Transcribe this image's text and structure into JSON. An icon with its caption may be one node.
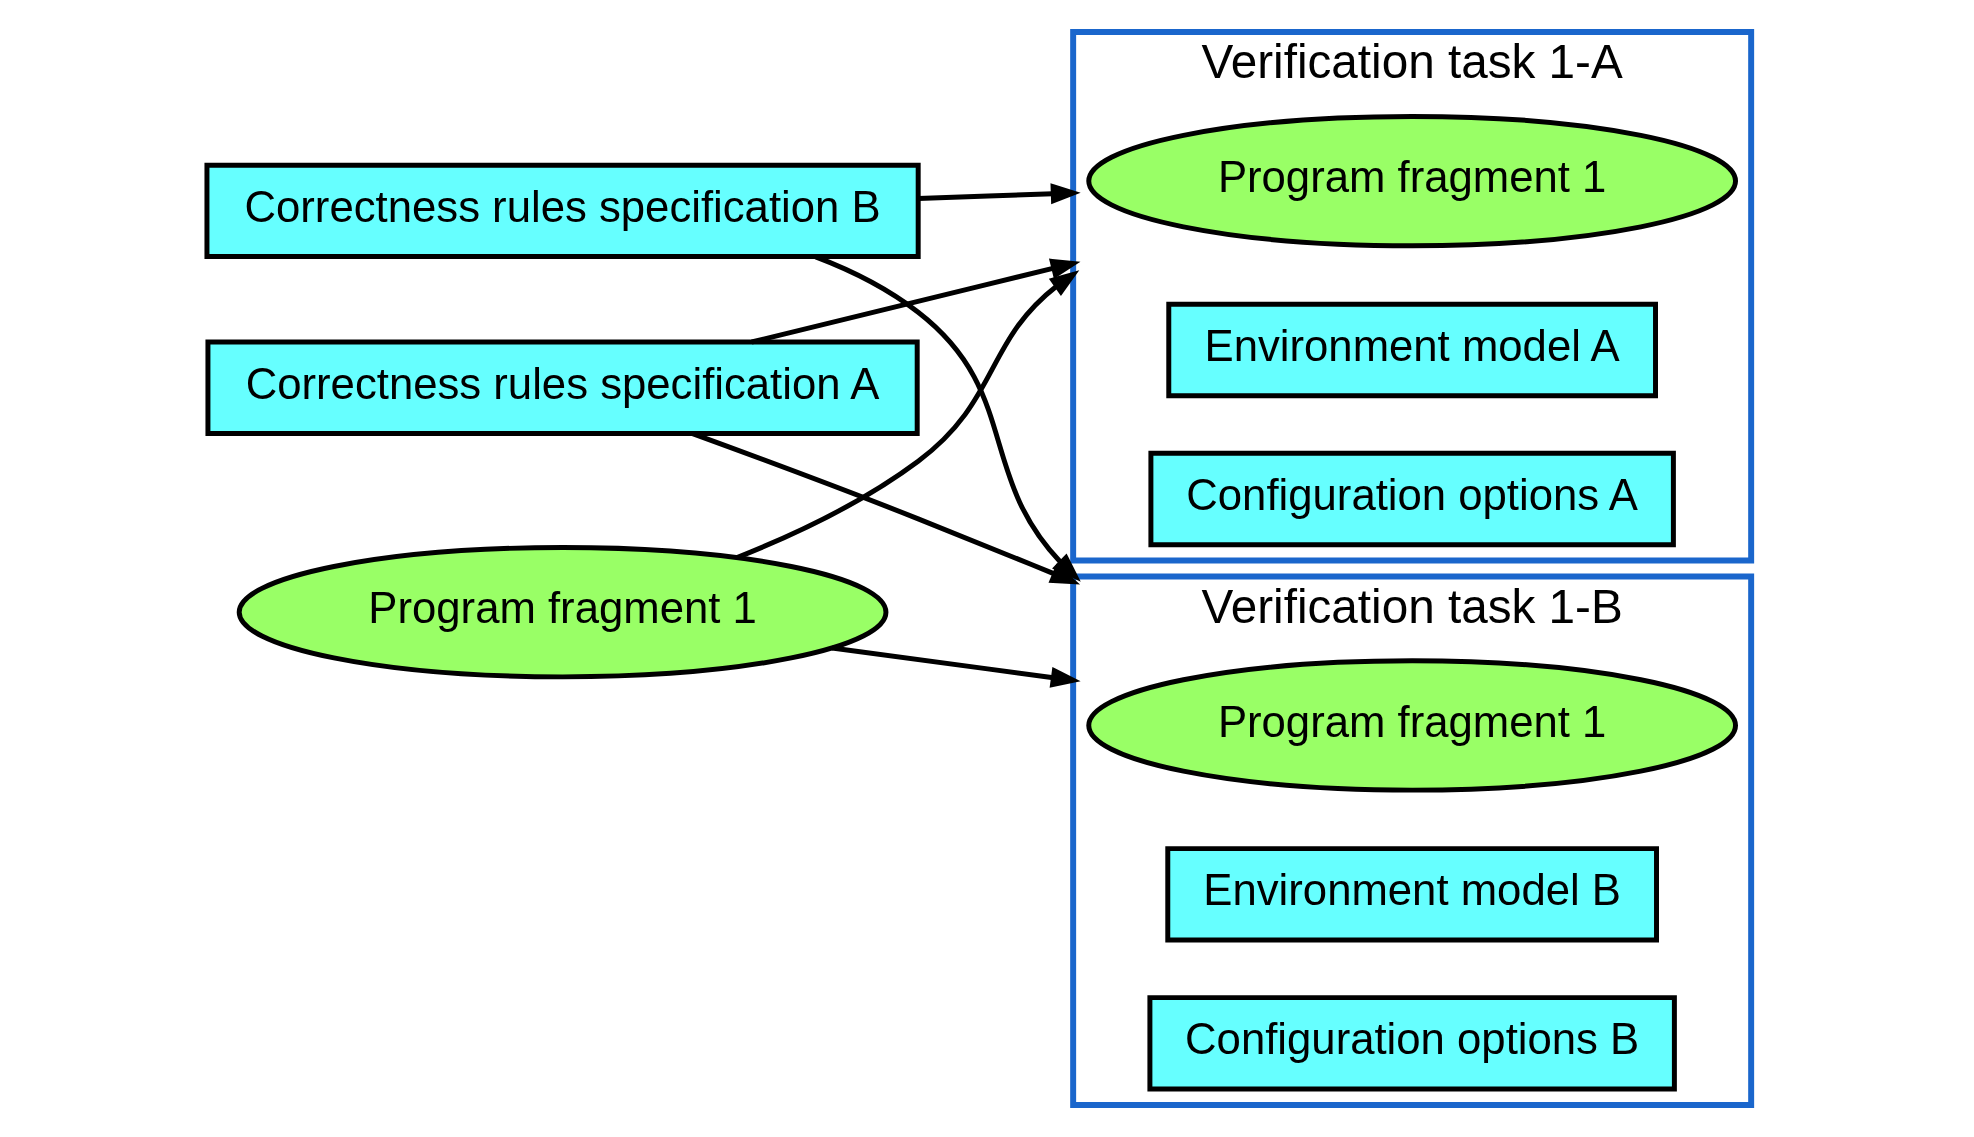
{
  "diagram": {
    "nodes": [
      {
        "text": [
          "Correctness rules specification A"
        ]
      },
      {
        "text": [
          "Verification task 1-A"
        ]
      },
      {
        "text": [
          "Program fragment 1"
        ],
        "in": 1
      },
      {
        "text": [
          "Environment model A"
        ],
        "in": 1
      },
      {
        "text": [
          "Configuration options A"
        ],
        "in": 1
      },
      {
        "text": [
          "Program fragment 1"
        ]
      },
      {
        "text": [
          "Verification task 1-B"
        ]
      },
      {
        "text": [
          "Program fragment 1"
        ],
        "in": 6
      },
      {
        "text": [
          "Environment model B"
        ],
        "in": 6
      },
      {
        "text": [
          "Configuration options B"
        ],
        "in": 6
      },
      {
        "text": [
          "Correctness rules specification B"
        ]
      }
    ],
    "edges": [
      {
        "from": 0,
        "to": 1,
        "arrow": "to"
      },
      {
        "from": 0,
        "to": 6,
        "arrow": "to"
      },
      {
        "from": 5,
        "to": 1,
        "arrow": "to"
      },
      {
        "from": 5,
        "to": 6,
        "arrow": "to"
      },
      {
        "from": 10,
        "to": 1,
        "arrow": "to"
      },
      {
        "from": 10,
        "to": 6,
        "arrow": "to"
      }
    ]
  }
}
